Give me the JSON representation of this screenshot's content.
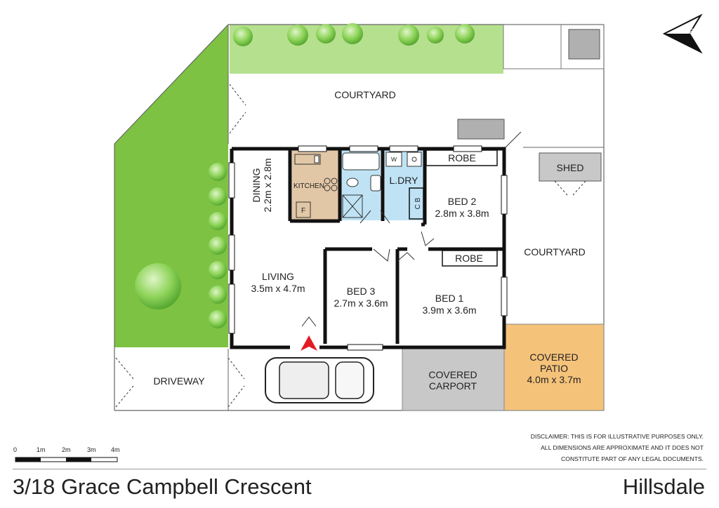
{
  "rooms": {
    "courtyard_top": "COURTYARD",
    "courtyard_right": "COURTYARD",
    "dining_name": "DINING",
    "dining_dims": "2.2m x 2.8m",
    "kitchen": "KITCHEN",
    "fridge": "F",
    "washer": "W",
    "laundry": "L.DRY",
    "cb": "C B",
    "robe_top": "ROBE",
    "robe_mid": "ROBE",
    "bed2_name": "BED 2",
    "bed2_dims": "2.8m x 3.8m",
    "living_name": "LIVING",
    "living_dims": "3.5m x 4.7m",
    "bed3_name": "BED 3",
    "bed3_dims": "2.7m x 3.6m",
    "bed1_name": "BED 1",
    "bed1_dims": "3.9m x 3.6m",
    "shed": "SHED",
    "patio_line1": "COVERED",
    "patio_line2": "PATIO",
    "patio_dims": "4.0m x 3.7m",
    "carport_line1": "COVERED",
    "carport_line2": "CARPORT",
    "driveway": "DRIVEWAY"
  },
  "compass": {
    "label": "N"
  },
  "scale": {
    "ticks": [
      "0",
      "1m",
      "2m",
      "3m",
      "4m"
    ]
  },
  "disclaimer": [
    "DISCLAIMER: THIS IS FOR ILLUSTRATIVE PURPOSES ONLY.",
    "ALL DIMENSIONS ARE APPROXIMATE AND IT DOES NOT",
    "CONSTITUTE PART OF ANY LEGAL DOCUMENTS."
  ],
  "footer": {
    "address": "3/18 Grace Campbell Crescent",
    "suburb": "Hillsdale"
  },
  "colors": {
    "lawn": "#7dc242",
    "wall": "#111111",
    "kitchen": "#e2c7a6",
    "wet": "#bfe3f5",
    "carport": "#c8c8c8",
    "patio": "#f5c27a",
    "entry_arrow": "#e31b23",
    "shrub": "#6bbf3f"
  }
}
